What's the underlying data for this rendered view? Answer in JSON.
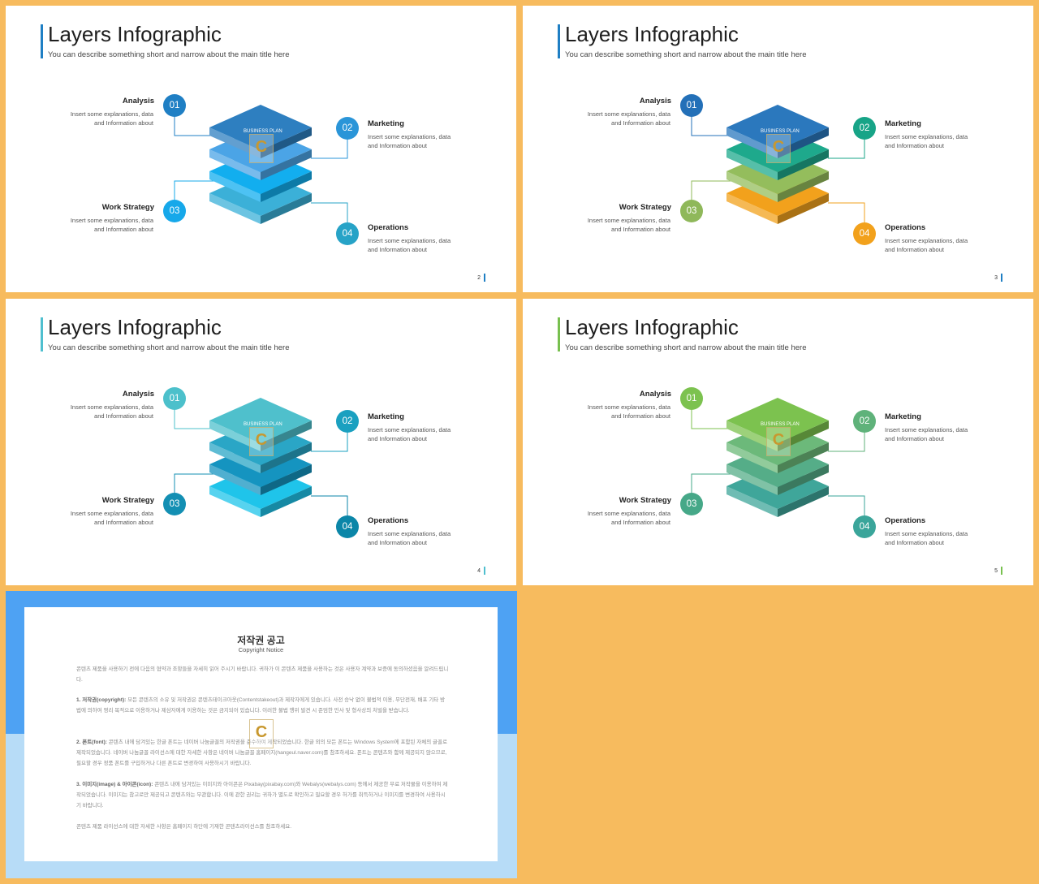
{
  "slides": [
    {
      "title": "Layers Infographic",
      "subtitle": "You can describe something short and narrow about the main title here",
      "page": "2",
      "accent": "#1f7fc4",
      "badge": "BUSINESS PLAN",
      "items": [
        {
          "num": "01",
          "label": "Analysis",
          "desc": "Insert some explanations, data and Information about",
          "color": "#1f7fc4"
        },
        {
          "num": "02",
          "label": "Marketing",
          "desc": "Insert some explanations, data and Information about",
          "color": "#2a95d8"
        },
        {
          "num": "03",
          "label": "Work Strategy",
          "desc": "Insert some explanations, data and Information about",
          "color": "#16a8ea"
        },
        {
          "num": "04",
          "label": "Operations",
          "desc": "Insert some explanations, data and Information about",
          "color": "#27a3c7"
        }
      ],
      "layers": [
        "#2e7fc0",
        "#4ba4e6",
        "#12aeef",
        "#3bb0d8"
      ]
    },
    {
      "title": "Layers Infographic",
      "subtitle": "You can describe something short and narrow about the main title here",
      "page": "3",
      "accent": "#1f7fc4",
      "badge": "BUSINESS PLAN",
      "items": [
        {
          "num": "01",
          "label": "Analysis",
          "desc": "Insert some explanations, data and Information about",
          "color": "#2370b8"
        },
        {
          "num": "02",
          "label": "Marketing",
          "desc": "Insert some explanations, data and Information about",
          "color": "#17a487"
        },
        {
          "num": "03",
          "label": "Work Strategy",
          "desc": "Insert some explanations, data and Information about",
          "color": "#8fb85a"
        },
        {
          "num": "04",
          "label": "Operations",
          "desc": "Insert some explanations, data and Information about",
          "color": "#f2a11c"
        }
      ],
      "layers": [
        "#2b78bd",
        "#1ea98c",
        "#94bd5c",
        "#f2a11c"
      ]
    },
    {
      "title": "Layers Infographic",
      "subtitle": "You can describe something short and narrow about the main title here",
      "page": "4",
      "accent": "#4fbfcf",
      "badge": "BUSINESS PLAN",
      "items": [
        {
          "num": "01",
          "label": "Analysis",
          "desc": "Insert some explanations, data and Information about",
          "color": "#4cc0cb"
        },
        {
          "num": "02",
          "label": "Marketing",
          "desc": "Insert some explanations, data and Information about",
          "color": "#1aa0c0"
        },
        {
          "num": "03",
          "label": "Work Strategy",
          "desc": "Insert some explanations, data and Information about",
          "color": "#138fb3"
        },
        {
          "num": "04",
          "label": "Operations",
          "desc": "Insert some explanations, data and Information about",
          "color": "#0b86a8"
        }
      ],
      "layers": [
        "#4fc0cc",
        "#2aa6c6",
        "#1594c0",
        "#1fc4ea"
      ]
    },
    {
      "title": "Layers Infographic",
      "subtitle": "You can describe something short and narrow about the main title here",
      "page": "5",
      "accent": "#78c04f",
      "badge": "BUSINESS PLAN",
      "items": [
        {
          "num": "01",
          "label": "Analysis",
          "desc": "Insert some explanations, data and Information about",
          "color": "#7cc24f"
        },
        {
          "num": "02",
          "label": "Marketing",
          "desc": "Insert some explanations, data and Information about",
          "color": "#5fb27a"
        },
        {
          "num": "03",
          "label": "Work Strategy",
          "desc": "Insert some explanations, data and Information about",
          "color": "#46a888"
        },
        {
          "num": "04",
          "label": "Operations",
          "desc": "Insert some explanations, data and Information about",
          "color": "#3aa59a"
        }
      ],
      "layers": [
        "#7cc24f",
        "#6cb97a",
        "#55ad88",
        "#3fa69a"
      ]
    }
  ],
  "copyright": {
    "title": "저작권 공고",
    "subtitle": "Copyright Notice",
    "intro": "콘텐츠 제품을 사용하기 전에 다음의 협약과 조항들을 자세히 읽어 주시기 바랍니다. 귀하가 이 콘텐츠 제품을 사용하는 것은 사용자 계약과 보증에 동의하셨음을 알려드립니다.",
    "p1_head": "1. 저작권(copyright):",
    "p1": "모든 콘텐츠의 소유 및 저작권은 콘텐츠테이크아웃(Contentstakeout)과 제작자에게 있습니다. 사전 승낙 없이 불법적 이용, 무단전재, 배포 기타 방법에 의하여 영리 목적으로 이용하거나 제삼자에게 이용하는 것은 금지되어 있습니다. 이러한 불법 행위 발견 시 준엄한 민사 및 형사상의 처벌을 받습니다.",
    "p2_head": "2. 폰트(font):",
    "p2": "콘텐츠 내에 담겨있는 한글 폰트는 네이버 나눔글꼴의 저작권을 준수하여 제작되었습니다. 한글 외의 모든 폰트는 Windows System에 포함된 자체의 글꼴로 제작되었습니다. 네이버 나눔글꼴 라이선스에 대한 자세한 사항은 네이버 나눔글꼴 홈페이지(hangeul.naver.com)를 참조하세요. 폰트는 콘텐츠와 함께 제공되지 않으므로, 필요할 경우 정품 폰트를 구입하거나 다른 폰트로 변경하여 사용하시기 바랍니다.",
    "p3_head": "3. 이미지(image) & 아이콘(icon):",
    "p3": "콘텐츠 내에 담겨있는 이미지와 아이콘은 Pixabay(pixabay.com)와 Webalys(webalys.com) 등에서 제공한 무료 저작물을 이용하여 제작되었습니다. 이미지는 참고로만 제공되고 콘텐츠와는 무관합니다. 이에 관한 권리는 귀하가 별도로 확인하고 필요할 경우 허가를 취득하거나 이미지를 변경하여 사용하시기 바랍니다.",
    "outro": "콘텐츠 제품 라이선스에 대한 자세한 사항은 홈페이지 하단에 기재한 콘텐츠라이선스를 참조하세요."
  }
}
